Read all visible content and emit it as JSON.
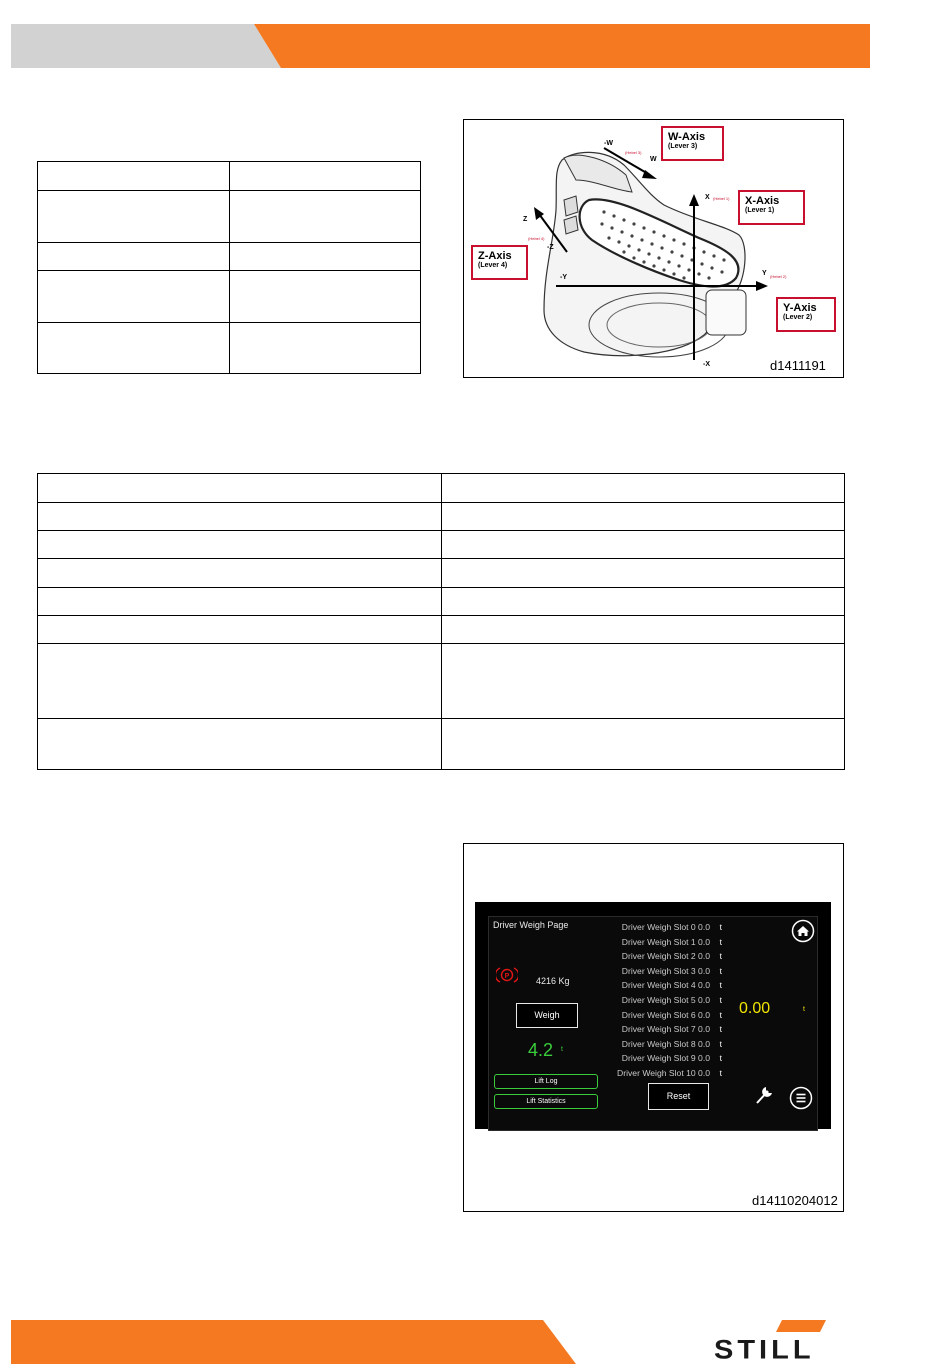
{
  "figure1": {
    "axes": [
      {
        "name": "W-Axis",
        "lever": "(Lever 3)"
      },
      {
        "name": "X-Axis",
        "lever": "(Lever 1)"
      },
      {
        "name": "Z-Axis",
        "lever": "(Lever 4)"
      },
      {
        "name": "Y-Axis",
        "lever": "(Lever 2)"
      }
    ],
    "direction_labels": {
      "w_neg": "-W",
      "w_pos": "W",
      "x_pos": "X",
      "x_neg": "-X",
      "y_pos": "Y",
      "y_neg": "-Y",
      "z_pos": "Z",
      "z_neg": "-Z"
    },
    "hebel": {
      "w": "(Hebel 3)",
      "x": "(Hebel 1)",
      "y": "(Hebel 2)",
      "z": "(Hebel 4)"
    },
    "figure_id": "d1411191"
  },
  "figure2": {
    "figure_id": "d14110204012",
    "screen": {
      "page_title": "Driver Weigh Page",
      "weight_kg": "4216 Kg",
      "weigh_button": "Weigh",
      "result_value": "4.2",
      "result_unit": "t",
      "lift_log_button": "Lift Log",
      "lift_statistics_button": "Lift Statistics",
      "slots": [
        {
          "label": "Driver Weigh Slot 0 0.0",
          "unit": "t"
        },
        {
          "label": "Driver Weigh Slot 1 0.0",
          "unit": "t"
        },
        {
          "label": "Driver Weigh Slot 2 0.0",
          "unit": "t"
        },
        {
          "label": "Driver Weigh Slot 3 0.0",
          "unit": "t"
        },
        {
          "label": "Driver Weigh Slot 4 0.0",
          "unit": "t"
        },
        {
          "label": "Driver Weigh Slot 5 0.0",
          "unit": "t"
        },
        {
          "label": "Driver Weigh Slot 6 0.0",
          "unit": "t"
        },
        {
          "label": "Driver Weigh Slot 7 0.0",
          "unit": "t"
        },
        {
          "label": "Driver Weigh Slot 8 0.0",
          "unit": "t"
        },
        {
          "label": "Driver Weigh Slot 9 0.0",
          "unit": "t"
        },
        {
          "label": "Driver Weigh Slot 10 0.0",
          "unit": "t"
        }
      ],
      "reset_button": "Reset",
      "total_value": "0.00",
      "total_unit": "t"
    }
  },
  "colors": {
    "brand_orange": "#f47920",
    "header_grey": "#d2d2d2",
    "axis_box_red": "#c8102e",
    "screen_green": "#3bcc3b",
    "screen_yellow": "#f2e600",
    "screen_red": "#e01515"
  },
  "footer": {
    "logo": "STILL"
  }
}
